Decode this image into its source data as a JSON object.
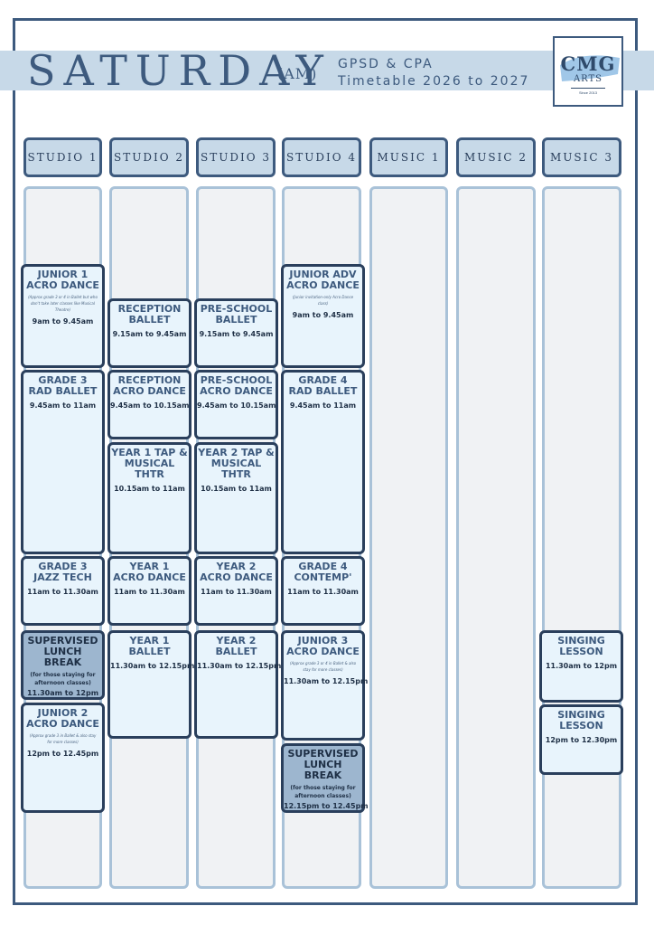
{
  "header": {
    "day": "SATURDAY",
    "period": "(AM)",
    "org_line": "GPSD & CPA",
    "timetable_line": "Timetable 2026 to 2027",
    "logo_main": "CMG",
    "logo_sub": "ARTS",
    "logo_est": "Since 2013"
  },
  "columns": [
    "STUDIO 1",
    "STUDIO 2",
    "STUDIO 3",
    "STUDIO 4",
    "MUSIC 1",
    "MUSIC 2",
    "MUSIC 3"
  ],
  "classes": [
    {
      "title": "JUNIOR 1\nACRO DANCE",
      "note": "(Approx grade 3 or 4 in Ballet but who don't take later classes like Musical Theatre)",
      "time": "9am to 9.45am"
    },
    {
      "title": "GRADE 3\nRAD BALLET",
      "note": "",
      "time": "9.45am to 11am"
    },
    {
      "title": "GRADE 3\nJAZZ TECH",
      "note": "",
      "time": "11am to 11.30am"
    },
    {
      "title": "SUPERVISED\nLUNCH BREAK",
      "note": "(for those staying for afternoon classes)",
      "time": "11.30am to 12pm"
    },
    {
      "title": "JUNIOR 2\nACRO DANCE",
      "note": "(Approx grade 3 in Ballet & also stay for more classes)",
      "time": "12pm to 12.45pm"
    },
    {
      "title": "RECEPTION\nBALLET",
      "note": "",
      "time": "9.15am to 9.45am"
    },
    {
      "title": "RECEPTION\nACRO DANCE",
      "note": "",
      "time": "9.45am to 10.15am"
    },
    {
      "title": "YEAR 1 TAP &\nMUSICAL THTR",
      "note": "",
      "time": "10.15am to 11am"
    },
    {
      "title": "YEAR 1\nACRO DANCE",
      "note": "",
      "time": "11am to 11.30am"
    },
    {
      "title": "YEAR 1\nBALLET",
      "note": "",
      "time": "11.30am to 12.15pm"
    },
    {
      "title": "PRE-SCHOOL\nBALLET",
      "note": "",
      "time": "9.15am to 9.45am"
    },
    {
      "title": "PRE-SCHOOL\nACRO DANCE",
      "note": "",
      "time": "9.45am to 10.15am"
    },
    {
      "title": "YEAR 2 TAP &\nMUSICAL THTR",
      "note": "",
      "time": "10.15am to 11am"
    },
    {
      "title": "YEAR 2\nACRO DANCE",
      "note": "",
      "time": "11am to 11.30am"
    },
    {
      "title": "YEAR 2\nBALLET",
      "note": "",
      "time": "11.30am to 12.15pm"
    },
    {
      "title": "JUNIOR ADV\nACRO DANCE",
      "note": "(Junior invitation-only Acro Dance class)",
      "time": "9am to 9.45am"
    },
    {
      "title": "GRADE 4\nRAD BALLET",
      "note": "",
      "time": "9.45am to 11am"
    },
    {
      "title": "GRADE 4\nCONTEMP'",
      "note": "",
      "time": "11am to 11.30am"
    },
    {
      "title": "JUNIOR 3\nACRO DANCE",
      "note": "(Approx grade 3 or 4 in Ballet & also stay for more classes)",
      "time": "11.30am to 12.15pm"
    },
    {
      "title": "SUPERVISED\nLUNCH BREAK",
      "note": "(for those staying for afternoon classes)",
      "time": "12.15pm to 12.45pm"
    },
    {
      "title": "SINGING\nLESSON",
      "note": "",
      "time": "11.30am to 12pm"
    },
    {
      "title": "SINGING\nLESSON",
      "note": "",
      "time": "12pm to 12.30pm"
    }
  ]
}
